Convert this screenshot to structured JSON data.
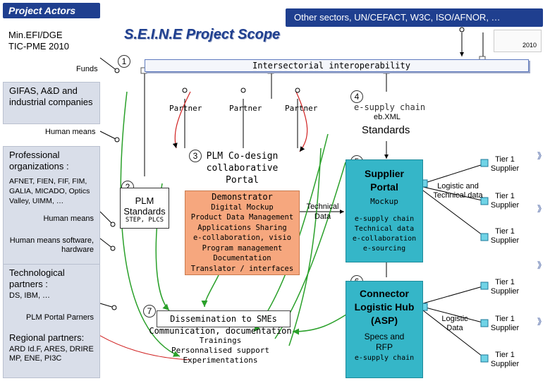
{
  "left": {
    "project_actors": "Project Actors",
    "minefi": "Min.EFI/DGE\nTIC-PME 2010",
    "funds": "Funds",
    "gifas": "GIFAS, A&D and industrial companies",
    "human_means_1": "Human means",
    "professional": "Professional organizations :",
    "professional_list": "AFNET, FIEN, FIF, FIM, GALIA, MICADO, Optics Valley, UIMM, …",
    "human_means_2": "Human means",
    "human_means_sw": "Human means software, hardware",
    "technological": "Technological partners :",
    "technological_list": "DS, IBM, …",
    "plm_portal_parners": "PLM Portal Parners",
    "regional": "Regional partners:",
    "regional_list": "ARD Id.F, ARES, DRIRE MP, ENE, PI3C"
  },
  "top": {
    "scope_title": "S.E.I.N.E Project Scope",
    "other_sectors": "Other sectors, UN/CEFACT, W3C, ISO/AFNOR, …",
    "logo_text": "2010"
  },
  "bar1": {
    "num": "1",
    "label": "Intersectorial interoperability"
  },
  "partners": [
    "Partner",
    "Partner",
    "Partner"
  ],
  "box4": {
    "num": "4",
    "label": "e-supply chain",
    "sub": "eb.XML",
    "standards": "Standards"
  },
  "box2": {
    "num": "2",
    "label": "PLM",
    "standards": "Standards",
    "sub": "STEP, PLCS"
  },
  "box3": {
    "num": "3",
    "title": "PLM Co-design collaborative Portal",
    "lines": [
      "Demonstrator",
      "Digital Mockup",
      "Product Data Management",
      "Applications Sharing",
      "e-collaboration, visio",
      "Program management",
      "Documentation",
      "Translator / interfaces"
    ]
  },
  "technical_data": "Technical Data",
  "box5": {
    "num": "5",
    "title": "Supplier Portal",
    "mockup": "Mockup",
    "lines": [
      "e-supply chain",
      "Technical data",
      "e-collaboration",
      "e-sourcing"
    ]
  },
  "logistic_technical": "Logistic and Technical data",
  "box6": {
    "num": "6",
    "title": "Connector Logistic Hub (ASP)",
    "lines": [
      "Specs and RFP",
      "e-supply chain"
    ]
  },
  "logistic_data": "Logistic Data",
  "box7": {
    "num": "7",
    "title": "Dissemination to SMEs",
    "lines": [
      "Communication, documentation",
      "Trainings",
      "Personnalised support",
      "Experimentations"
    ]
  },
  "tiers": [
    "Tier 1 Supplier",
    "Tier 1 Supplier",
    "Tier 1 Supplier",
    "Tier 1 Supplier",
    "Tier 1 Supplier",
    "Tier 1 Supplier"
  ]
}
